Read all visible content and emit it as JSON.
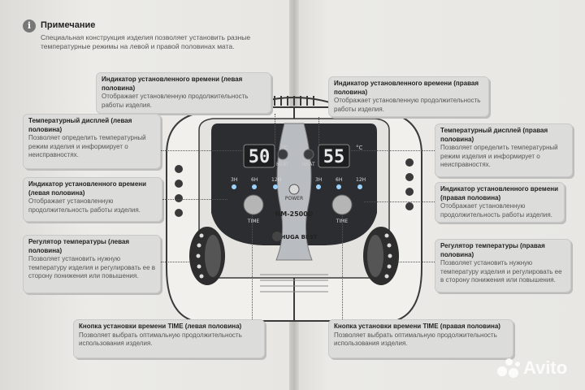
{
  "note": {
    "title": "Примечание",
    "text": "Специальная конструкция изделия позволяет установить разные температурные режимы на левой и правой половинах мата."
  },
  "callouts": {
    "time_ind_top_left": {
      "title": "Индикатор установленного времени (левая половина)",
      "desc": "Отображает установленную продолжительность работы изделия."
    },
    "time_ind_top_right": {
      "title": "Индикатор установленного времени (правая половина)",
      "desc": "Отображает установленную продолжительность работы изделия."
    },
    "temp_disp_left": {
      "title": "Температурный дисплей (левая половина)",
      "desc": "Позволяет определить температурный режим изделия и информирует о неисправностях."
    },
    "temp_disp_right": {
      "title": "Температурный дисплей (правая половина)",
      "desc": "Позволяет определить температурный режим изделия и информирует о неисправностях."
    },
    "time_ind_mid_left": {
      "title": "Индикатор установленного времени (левая половина)",
      "desc": "Отображает установленную продолжительность работы изделия."
    },
    "time_ind_mid_right": {
      "title": "Индикатор установленного времени (правая половина)",
      "desc": "Отображает установленную продолжительность работы изделия."
    },
    "temp_reg_left": {
      "title": "Регулятор температуры (левая половина)",
      "desc": "Позволяет установить нужную температуру изделия и регулировать ее в сторону понижения или повышения."
    },
    "temp_reg_right": {
      "title": "Регулятор температуры (правая половина)",
      "desc": "Позволяет установить нужную температуру изделия и регулировать ее в сторону понижения или повышения."
    },
    "time_btn_left": {
      "title": "Кнопка установки времени TIME (левая половина)",
      "desc": "Позволяет выбрать оптимальную продолжительность использования изделия."
    },
    "time_btn_right": {
      "title": "Кнопка установки времени TIME (правая половина)",
      "desc": "Позволяет выбрать оптимальную продолжительность использования изделия."
    }
  },
  "device": {
    "left_display": "50",
    "right_display": "55",
    "degree": "°C",
    "heat": "HEAT",
    "power": "POWER",
    "model": "NM-2500D",
    "brand": "HUGA BEST",
    "time": "TIME",
    "hours": [
      "3H",
      "6H",
      "12H"
    ]
  },
  "watermark": {
    "text": "Avito"
  }
}
